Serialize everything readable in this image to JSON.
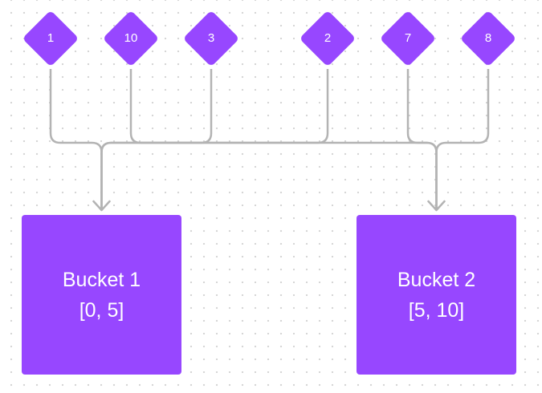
{
  "colors": {
    "node_fill": "#9747ff",
    "bucket_fill": "#9747ff",
    "edge": "#b3b3b3",
    "text": "#ffffff"
  },
  "nodes": [
    {
      "id": "n1",
      "label": "1",
      "target": "b1"
    },
    {
      "id": "n10",
      "label": "10",
      "target": "b2"
    },
    {
      "id": "n3",
      "label": "3",
      "target": "b1"
    },
    {
      "id": "n2",
      "label": "2",
      "target": "b1"
    },
    {
      "id": "n7",
      "label": "7",
      "target": "b2"
    },
    {
      "id": "n8",
      "label": "8",
      "target": "b2"
    }
  ],
  "buckets": [
    {
      "id": "b1",
      "title": "Bucket 1",
      "range": "[0, 5]"
    },
    {
      "id": "b2",
      "title": "Bucket 2",
      "range": "[5, 10]"
    }
  ]
}
